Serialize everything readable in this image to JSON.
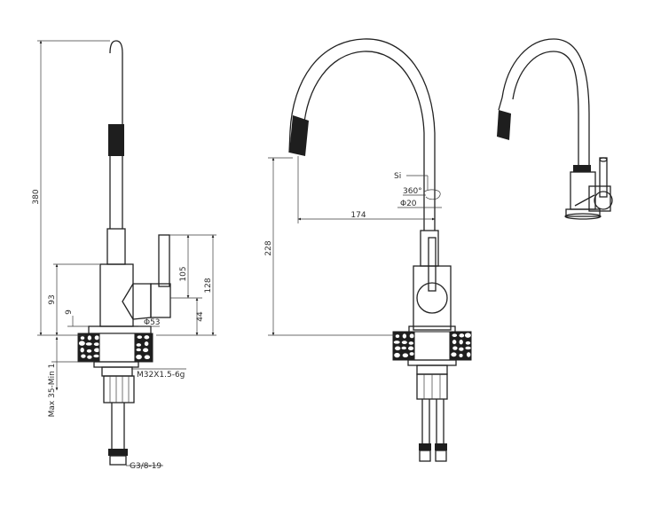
{
  "drawing": {
    "front_view": {
      "dim_height_total": "380",
      "dim_body_height": "93",
      "dim_lever_height": "105",
      "dim_lever_total": "128",
      "dim_lever_base": "44",
      "dim_base_gap": "9",
      "dim_base_diameter": "Φ53",
      "thread_label": "M32X1.5-6g",
      "deck_thickness": "Max 35-Min 1",
      "hose_thread": "G3/8-19"
    },
    "side_view": {
      "dim_spout_height": "228",
      "dim_reach": "174",
      "rotation_label": "360°",
      "tube_diameter": "Φ20",
      "material_label": "Si"
    }
  }
}
